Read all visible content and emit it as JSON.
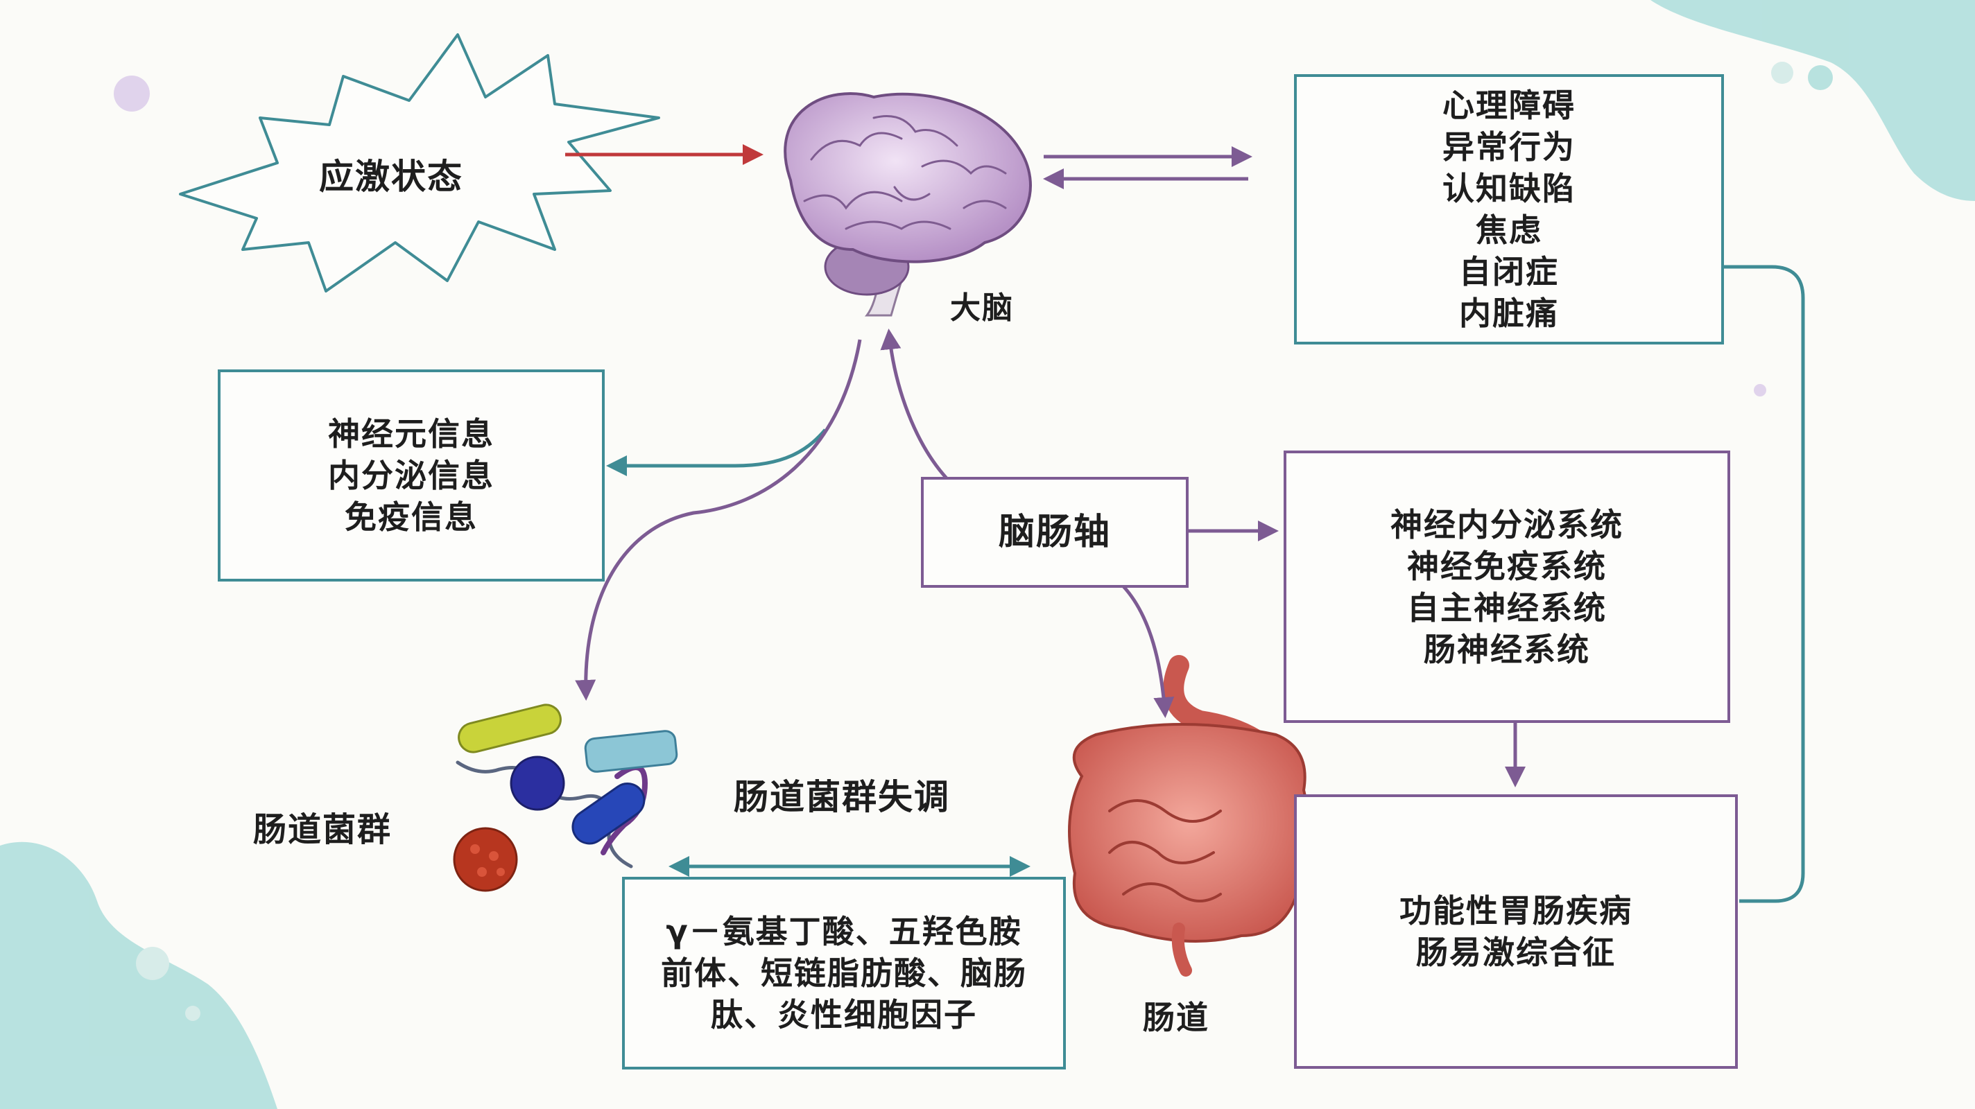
{
  "nodes": {
    "stress": "应激状态",
    "brain": "大脑",
    "brain_outcomes": [
      "心理障碍",
      "异常行为",
      "认知缺陷",
      "焦虑",
      "自闭症",
      "内脏痛"
    ],
    "signals": [
      "神经元信息",
      "内分泌信息",
      "免疫信息"
    ],
    "axis": "脑肠轴",
    "systems": [
      "神经内分泌系统",
      "神经免疫系统",
      "自主神经系统",
      "肠神经系统"
    ],
    "microbiota": "肠道菌群",
    "dysbiosis": "肠道菌群失调",
    "metabolites": [
      "γ－氨基丁酸、五羟色胺",
      "前体、短链脂肪酸、脑肠",
      "肽、炎性细胞因子"
    ],
    "gut": "肠道",
    "diseases": [
      "功能性胃肠疾病",
      "肠易激综合征"
    ]
  },
  "colors": {
    "teal": "#3f8c95",
    "purple": "#7d5b93",
    "red": "#c0393b",
    "blob": "#a8dcd9"
  },
  "icons": [
    "burst-shape",
    "brain-illustration",
    "bacteria-cluster",
    "intestine-illustration"
  ]
}
